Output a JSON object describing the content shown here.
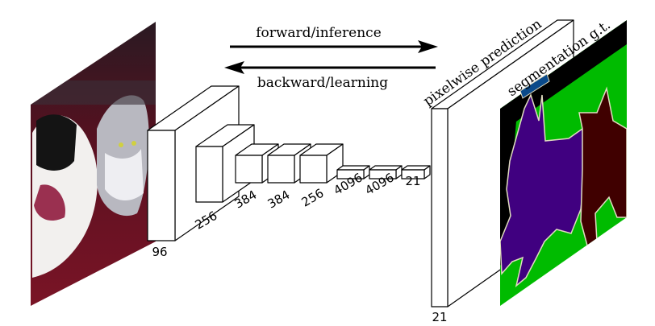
{
  "arrows": {
    "forward_label": "forward/inference",
    "backward_label": "backward/learning"
  },
  "layers": [
    {
      "label": "96"
    },
    {
      "label": "256"
    },
    {
      "label": "384"
    },
    {
      "label": "384"
    },
    {
      "label": "256"
    },
    {
      "label": "4096"
    },
    {
      "label": "4096"
    },
    {
      "label": "21"
    }
  ],
  "output": {
    "title": "pixelwise prediction",
    "channels_label": "21"
  },
  "ground_truth": {
    "title": "segmentation g.t.",
    "colors": {
      "background": "#00bb00",
      "void": "#000000",
      "dog": "#400080",
      "cat": "#400000",
      "boundary": "#e0dcc0",
      "label_box": "#0a4a8a"
    }
  },
  "input_image": {
    "description_icon": "photo-dog-and-cat"
  }
}
